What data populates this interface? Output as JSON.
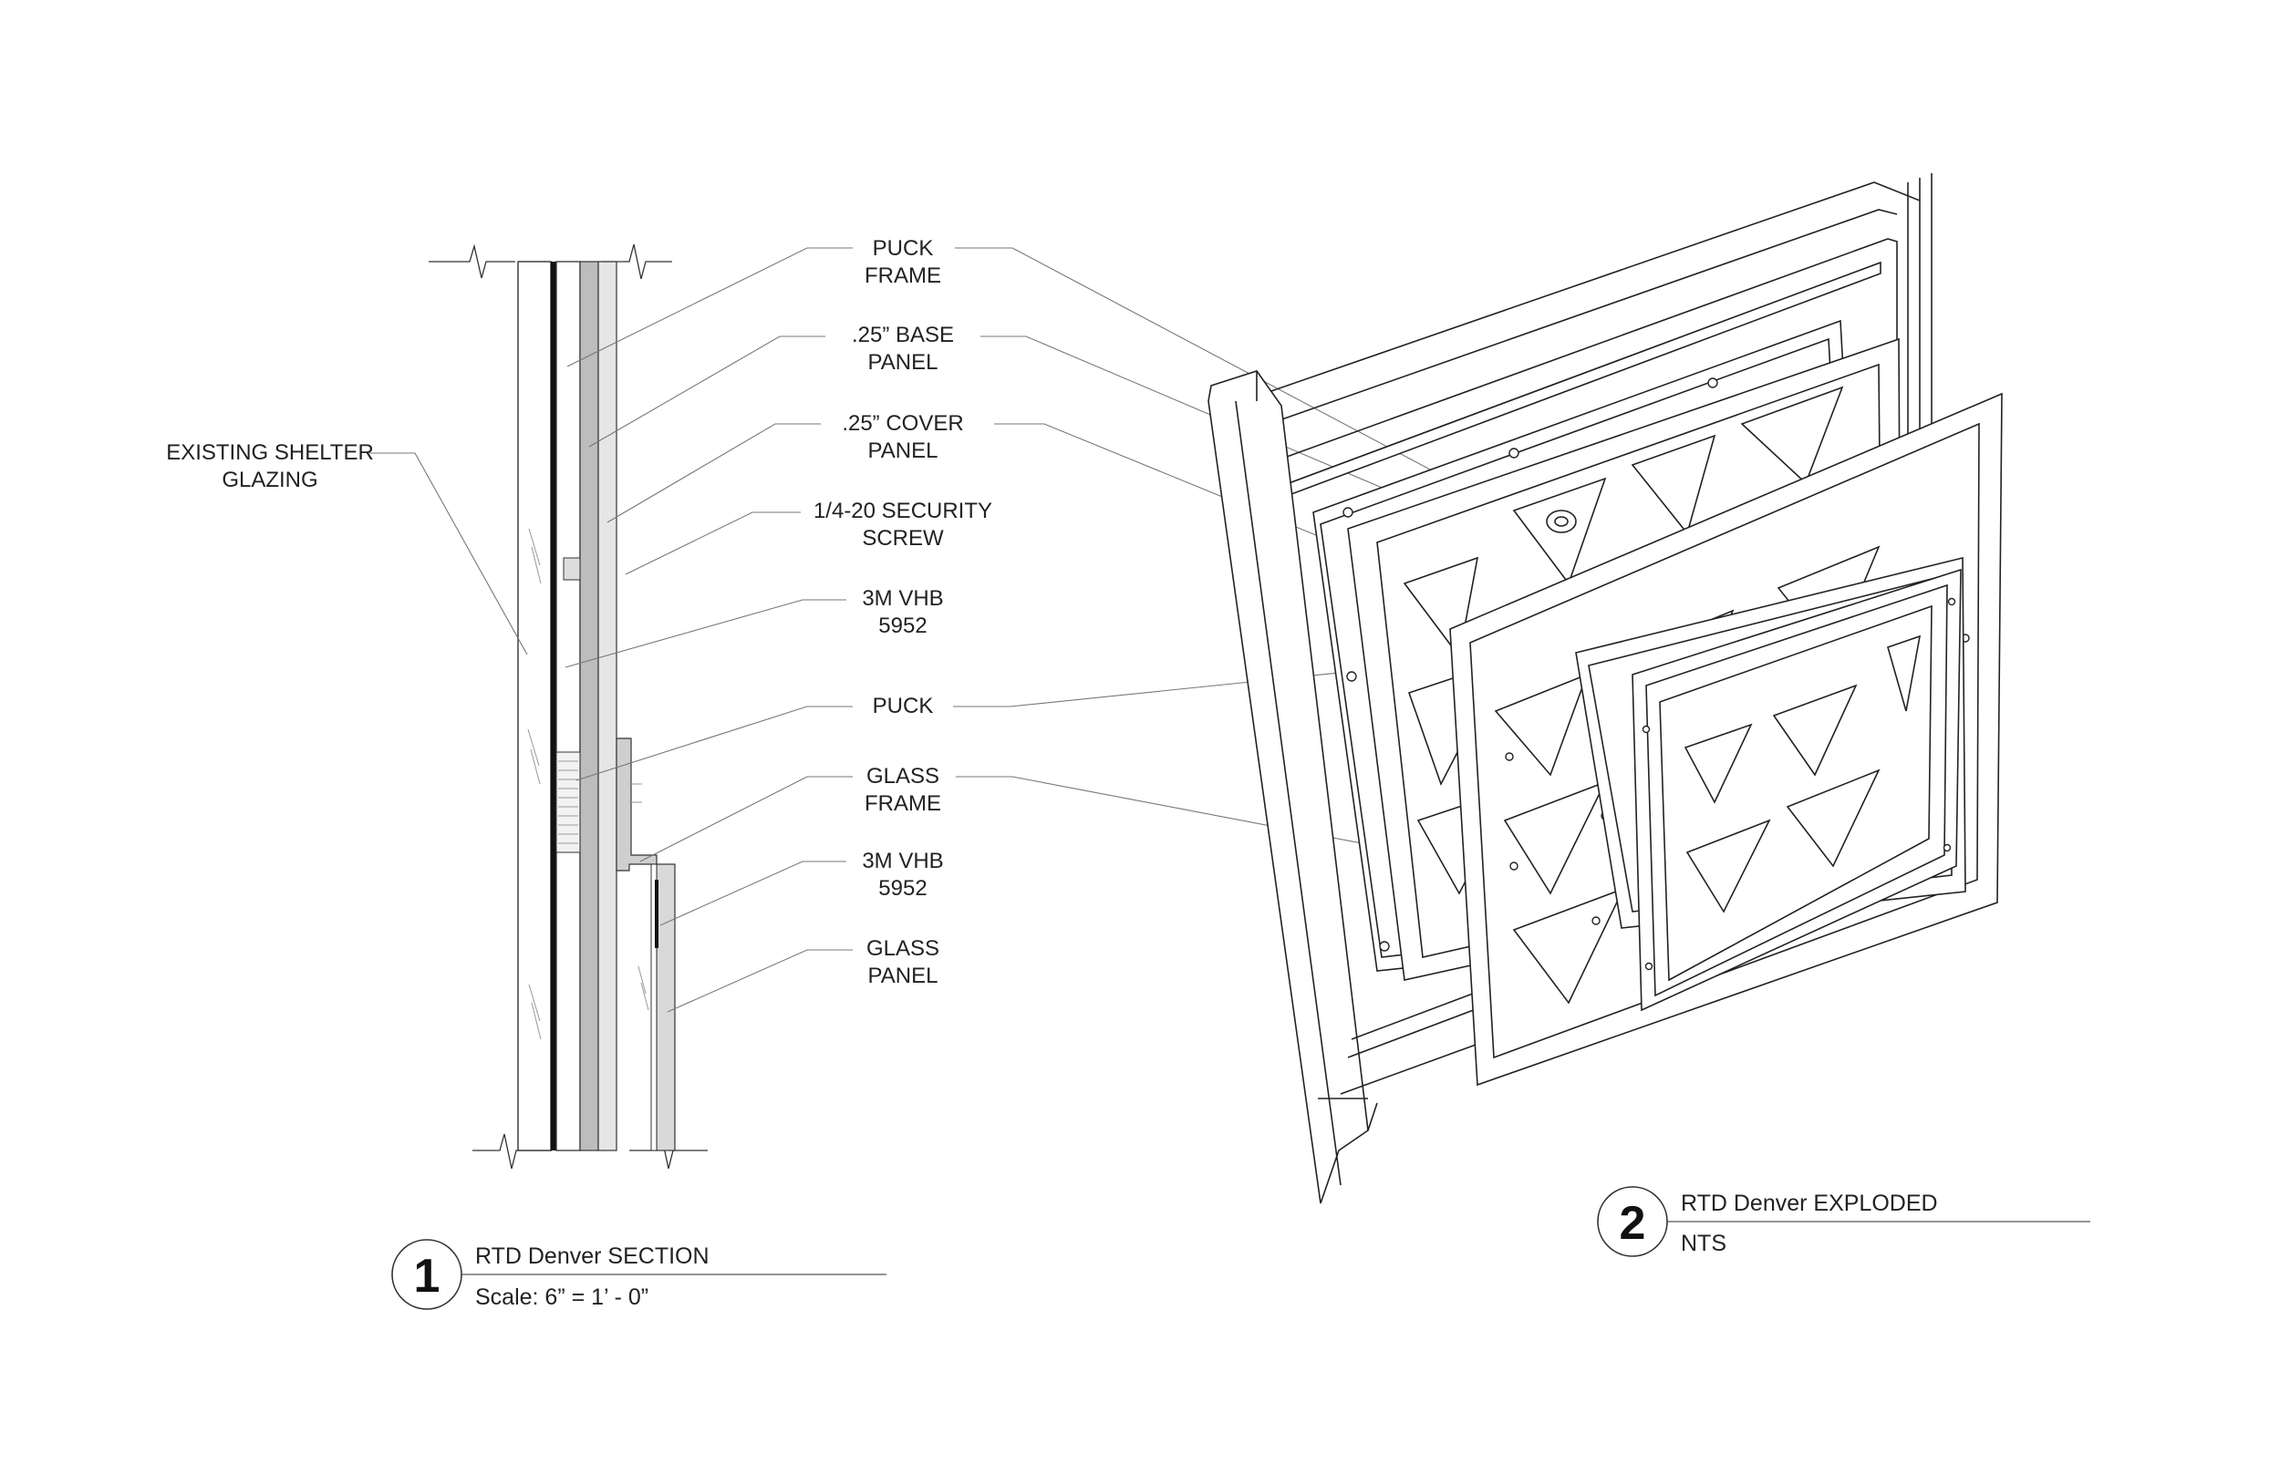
{
  "section": {
    "labels": {
      "existing_glazing": [
        "EXISTING SHELTER",
        "GLAZING"
      ],
      "puck_frame": [
        "PUCK",
        "FRAME"
      ],
      "base_panel": [
        ".25” BASE",
        "PANEL"
      ],
      "cover_panel": [
        ".25” COVER",
        "PANEL"
      ],
      "security_screw": [
        "1/4-20 SECURITY",
        "SCREW"
      ],
      "vhb_1": [
        "3M VHB",
        "5952"
      ],
      "puck": [
        "PUCK"
      ],
      "glass_frame": [
        "GLASS",
        "FRAME"
      ],
      "vhb_2": [
        "3M VHB",
        "5952"
      ],
      "glass_panel": [
        "GLASS",
        "PANEL"
      ]
    }
  },
  "title_blocks": [
    {
      "number": "1",
      "title": "RTD Denver   SECTION",
      "subtitle": "Scale: 6” = 1’ - 0”"
    },
    {
      "number": "2",
      "title": "RTD Denver   EXPLODED",
      "subtitle": "NTS"
    }
  ]
}
